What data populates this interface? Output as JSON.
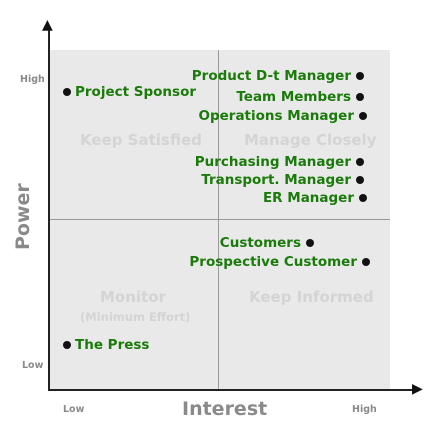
{
  "axes": {
    "y_title": "Power",
    "x_title": "Interest",
    "y_high": "High",
    "y_low": "Low",
    "x_low": "Low",
    "x_high": "High"
  },
  "quadrants": {
    "top_left": "Keep Satisfied",
    "top_right": "Manage Closely",
    "bottom_left": "Monitor",
    "bottom_left_sub": "(Minimum Effort)",
    "bottom_right": "Keep Informed"
  },
  "stakeholders": [
    {
      "label": "Project Sponsor"
    },
    {
      "label": "Product D-t Manager"
    },
    {
      "label": "Team Members"
    },
    {
      "label": "Operations Manager"
    },
    {
      "label": "Purchasing Manager"
    },
    {
      "label": "Transport. Manager"
    },
    {
      "label": "ER Manager"
    },
    {
      "label": "Customers"
    },
    {
      "label": "Prospective Customer"
    },
    {
      "label": "The Press"
    }
  ],
  "colors": {
    "label_green": "#1a7a0a",
    "quadrant_bg": "#e9e9e9",
    "quadrant_text": "#d4d4d4",
    "axis_text": "#8a8a8a"
  }
}
